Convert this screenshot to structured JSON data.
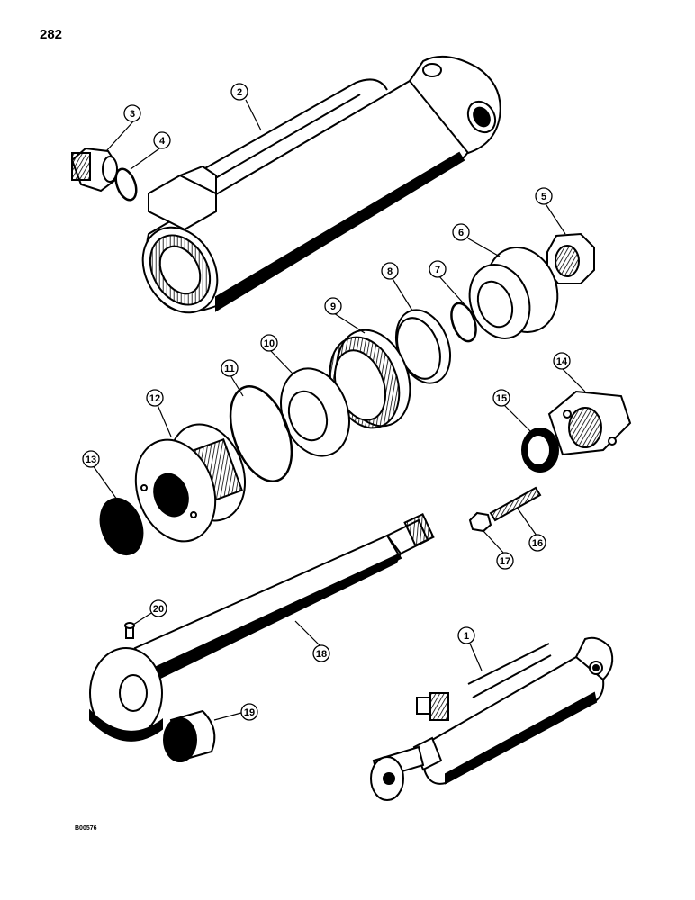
{
  "page": {
    "number": "282",
    "figure_code": "B00576"
  },
  "callouts": [
    {
      "id": "callout-1",
      "label": "1"
    },
    {
      "id": "callout-2",
      "label": "2"
    },
    {
      "id": "callout-3",
      "label": "3"
    },
    {
      "id": "callout-4",
      "label": "4"
    },
    {
      "id": "callout-5",
      "label": "5"
    },
    {
      "id": "callout-6",
      "label": "6"
    },
    {
      "id": "callout-7",
      "label": "7"
    },
    {
      "id": "callout-8",
      "label": "8"
    },
    {
      "id": "callout-9",
      "label": "9"
    },
    {
      "id": "callout-10",
      "label": "10"
    },
    {
      "id": "callout-11",
      "label": "11"
    },
    {
      "id": "callout-12",
      "label": "12"
    },
    {
      "id": "callout-13",
      "label": "13"
    },
    {
      "id": "callout-14",
      "label": "14"
    },
    {
      "id": "callout-15",
      "label": "15"
    },
    {
      "id": "callout-16",
      "label": "16"
    },
    {
      "id": "callout-17",
      "label": "17"
    },
    {
      "id": "callout-18",
      "label": "18"
    },
    {
      "id": "callout-19",
      "label": "19"
    },
    {
      "id": "callout-20",
      "label": "20"
    }
  ]
}
